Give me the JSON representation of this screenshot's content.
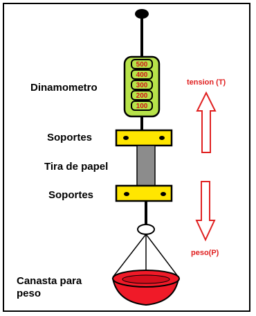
{
  "labels": {
    "dynamometer": "Dinamometro",
    "support_top": "Soportes",
    "paper_strip": "Tira de papel",
    "support_bottom": "Soportes",
    "basket_line1": "Canasta para",
    "basket_line2": "peso",
    "tension": "tension (T)",
    "weight": "peso(P)"
  },
  "scale": [
    "500",
    "400",
    "300",
    "200",
    "100"
  ],
  "colors": {
    "dynamometer_fill": "#b7e34a",
    "scale_text": "#d01818",
    "support_fill": "#ffe600",
    "paper_fill": "#8c8c8c",
    "arrow_stroke": "#e02020",
    "basket_fill": "#f01a28",
    "line": "#000000"
  }
}
